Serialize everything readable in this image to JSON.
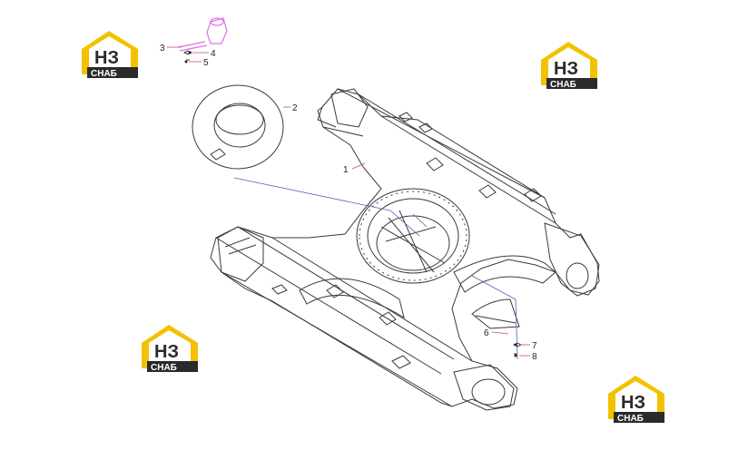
{
  "callouts": [
    {
      "id": "1",
      "label": "1"
    },
    {
      "id": "2",
      "label": "2"
    },
    {
      "id": "3",
      "label": "3"
    },
    {
      "id": "4",
      "label": "4"
    },
    {
      "id": "5",
      "label": "5"
    },
    {
      "id": "6",
      "label": "6"
    },
    {
      "id": "7",
      "label": "7"
    },
    {
      "id": "8",
      "label": "8"
    }
  ],
  "watermark": {
    "letters": "НЗ",
    "word": "СНАБ"
  },
  "colors": {
    "line": "#3a3a3a",
    "leader": "#5a5fb0",
    "callout_leader": "#c0506a",
    "logo_yellow": "#f2c200",
    "logo_dark": "#2a2a2a",
    "part3_highlight": "#e070e8"
  }
}
